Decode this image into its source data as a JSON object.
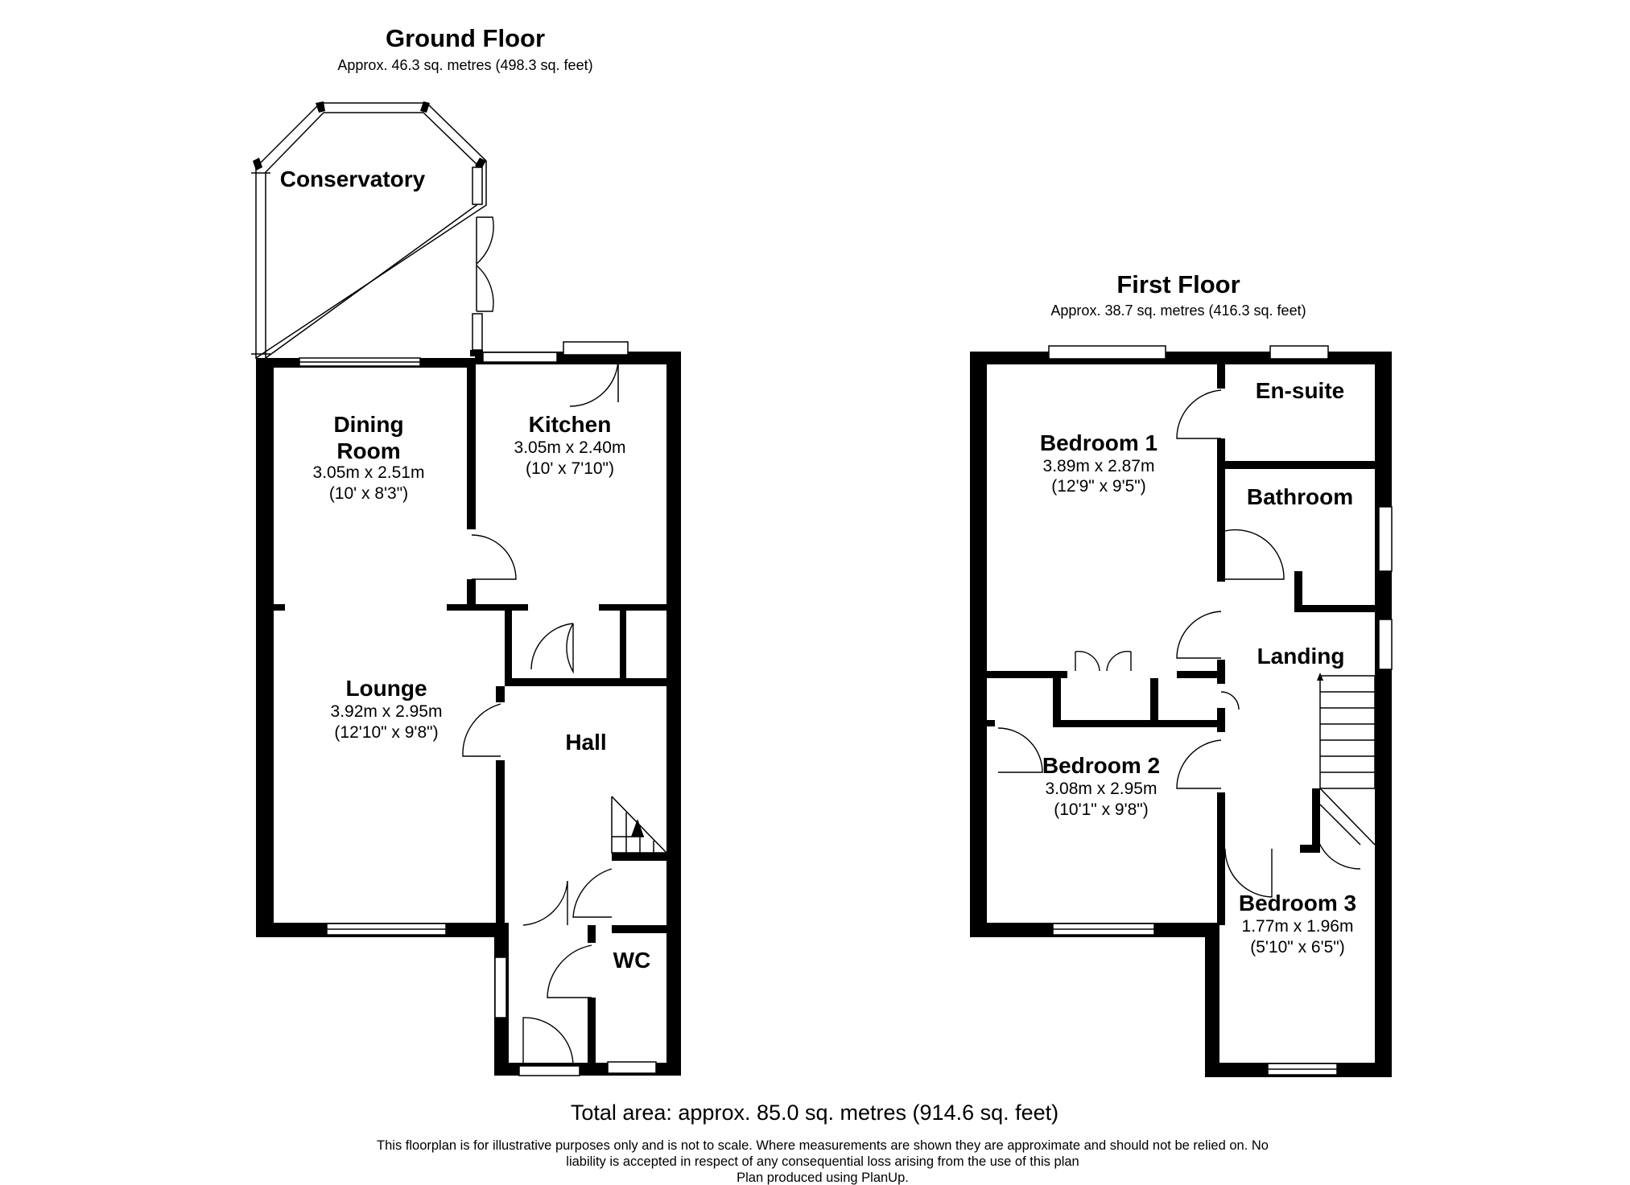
{
  "ground_floor": {
    "title": "Ground Floor",
    "area": "Approx. 46.3 sq. metres (498.3 sq. feet)",
    "rooms": {
      "conservatory": {
        "name": "Conservatory"
      },
      "dining_room": {
        "name_line1": "Dining",
        "name_line2": "Room",
        "dims_m": "3.05m x 2.51m",
        "dims_ft": "(10' x 8'3\")"
      },
      "kitchen": {
        "name": "Kitchen",
        "dims_m": "3.05m x 2.40m",
        "dims_ft": "(10' x 7'10\")"
      },
      "lounge": {
        "name": "Lounge",
        "dims_m": "3.92m x 2.95m",
        "dims_ft": "(12'10\" x 9'8\")"
      },
      "hall": {
        "name": "Hall"
      },
      "wc": {
        "name": "WC"
      }
    }
  },
  "first_floor": {
    "title": "First Floor",
    "area": "Approx. 38.7 sq. metres (416.3 sq. feet)",
    "rooms": {
      "ensuite": {
        "name": "En-suite"
      },
      "bedroom1": {
        "name": "Bedroom 1",
        "dims_m": "3.89m x 2.87m",
        "dims_ft": "(12'9\" x 9'5\")"
      },
      "bathroom": {
        "name": "Bathroom"
      },
      "landing": {
        "name": "Landing"
      },
      "bedroom2": {
        "name": "Bedroom 2",
        "dims_m": "3.08m x 2.95m",
        "dims_ft": "(10'1\" x 9'8\")"
      },
      "bedroom3": {
        "name": "Bedroom 3",
        "dims_m": "1.77m x 1.96m",
        "dims_ft": "(5'10\" x 6'5\")"
      }
    }
  },
  "footer": {
    "total_area": "Total area: approx. 85.0 sq. metres (914.6 sq. feet)",
    "disclaimer_line1": "This floorplan is for illustrative purposes only and is not to scale. Where measurements are shown they are approximate and should not be relied on. No",
    "disclaimer_line2": "liability is accepted in respect of any consequential loss arising from the use of this plan",
    "produced_by": "Plan produced using PlanUp."
  },
  "colors": {
    "walls": "#000000",
    "background": "#ffffff"
  }
}
